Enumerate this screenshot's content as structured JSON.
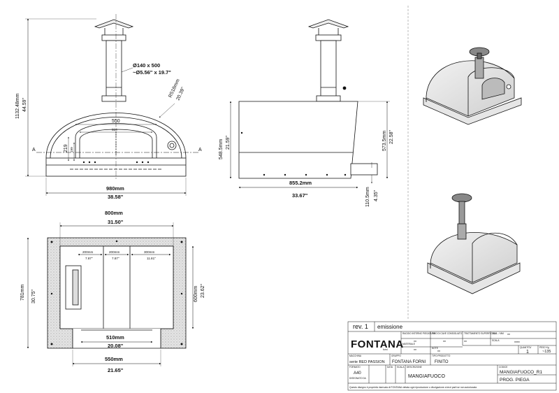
{
  "front_view": {
    "height_mm": "1132.48mm",
    "height_in": "44.59\"",
    "flue_mm": "Ø140 x 500",
    "flue_in": "~Ø5.56\" x 19.7\"",
    "radius_mm": "R518mm",
    "radius_in": "20.39\"",
    "opening_outer": "550",
    "opening_inner": "510",
    "door_h_outer": "219",
    "door_h_inner": "199",
    "width_mm": "980mm",
    "width_in": "38.58\"",
    "section_left": "A",
    "section_right": "A"
  },
  "side_view": {
    "body_h_mm": "548.5mm",
    "body_h_in": "21.59\"",
    "total_h_mm": "573.5mm",
    "total_h_in": "22.58\"",
    "depth_mm": "855.2mm",
    "depth_in": "33.67\"",
    "foot_mm": "110.5mm",
    "foot_in": "4.35\""
  },
  "plan_view": {
    "outer_w_mm": "800mm",
    "outer_w_in": "31.50\"",
    "depth_mm": "781mm",
    "depth_in": "30.75\"",
    "inner_depth_mm": "600mm",
    "inner_depth_in": "23.62\"",
    "seg1_mm": "200mm",
    "seg1_in": "7.87\"",
    "seg2_mm": "200mm",
    "seg2_in": "7.87\"",
    "seg3_mm": "300mm",
    "seg3_in": "11.81\"",
    "mouth_mm": "510mm",
    "mouth_in": "20.08\"",
    "front_mm": "550mm",
    "front_in": "21.65\""
  },
  "title_block": {
    "rev": "rev. 1",
    "emission": "emissione",
    "h_radius": "RAGGIO INTERNO PIEGATURA",
    "h_bend": "TIPO DI CAVE CONSIGLIATO",
    "h_treat": "TRATTAMENTO SUPERFICIALE",
    "h_tol": "TOLL. / MM",
    "v_radius": "**",
    "v_bend": "**",
    "v_treat": "**",
    "v_tol": "**",
    "h_scale": "SCALA",
    "v_scale": "****",
    "logo": "FONTANA",
    "logo_sub": "forni",
    "h_material": "MATERIALE",
    "v_material": "**",
    "h_notes": "NOTE",
    "v_notes": "**",
    "h_qty": "QUANTITA'",
    "v_qty": "1",
    "h_weight": "PESO Kg",
    "v_weight": "~135",
    "h_machine": "MACCHINA",
    "v_machine": "serie RED PASSION",
    "h_group": "GRUPPO",
    "v_group": "FONTANA FORNI",
    "h_product": "TIPO PRODOTTO",
    "v_product": "FINITO",
    "h_format": "FORMATO",
    "v_format": "A40",
    "h_author": "DISEGNATO DA",
    "h_date": "DATA",
    "h_size": "SCALA",
    "h_desc": "DESCRIZIONE",
    "v_desc": "MANGIAFUOCO",
    "h_code": "CODICE",
    "v_code": "MANGIAFUOCO_R1",
    "v_prog": "PROG. PIEGA",
    "footer": "Questo disegno è proprietà riservata di FONTANA vietata ogni riproduzione o divulgazione a terzi parti se non autorizzata"
  }
}
